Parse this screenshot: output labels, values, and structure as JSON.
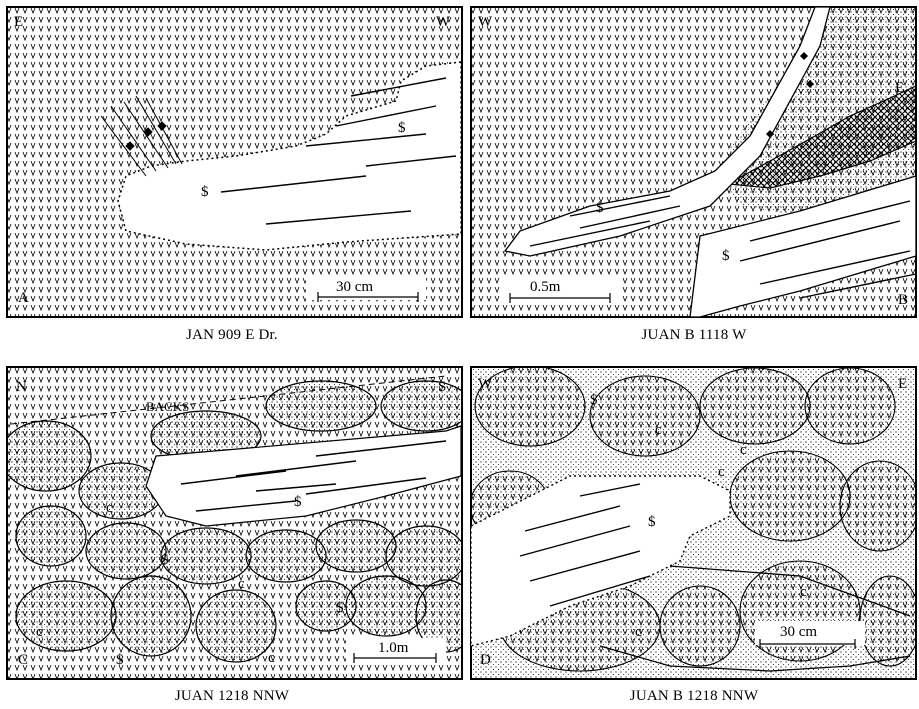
{
  "panels": [
    {
      "letter": "A",
      "dir_left": "E",
      "dir_right": "W",
      "scale": "30 cm",
      "caption": "JAN 909 E Dr.",
      "mineral_symbols": [
        "$"
      ]
    },
    {
      "letter": "B",
      "dir_left": "W",
      "dir_right": "E",
      "scale": "0.5m",
      "caption": "JUAN B 1118 W",
      "mineral_symbols": [
        "$",
        "$"
      ]
    },
    {
      "letter": "C",
      "dir_left": "N",
      "dir_right": "S",
      "scale": "1.0m",
      "caption": "JUAN 1218 NNW",
      "annotation": "BACKS",
      "mineral_symbols": [
        "$",
        "$",
        "$",
        "$"
      ],
      "cement_symbols": [
        "c",
        "c",
        "c",
        "c"
      ]
    },
    {
      "letter": "D",
      "dir_left": "W",
      "dir_right": "E",
      "scale": "30 cm",
      "caption": "JUAN B 1218 NNW",
      "mineral_symbols": [
        "$",
        "$"
      ],
      "cement_symbols": [
        "c",
        "c",
        "c",
        "c",
        "c"
      ]
    }
  ]
}
